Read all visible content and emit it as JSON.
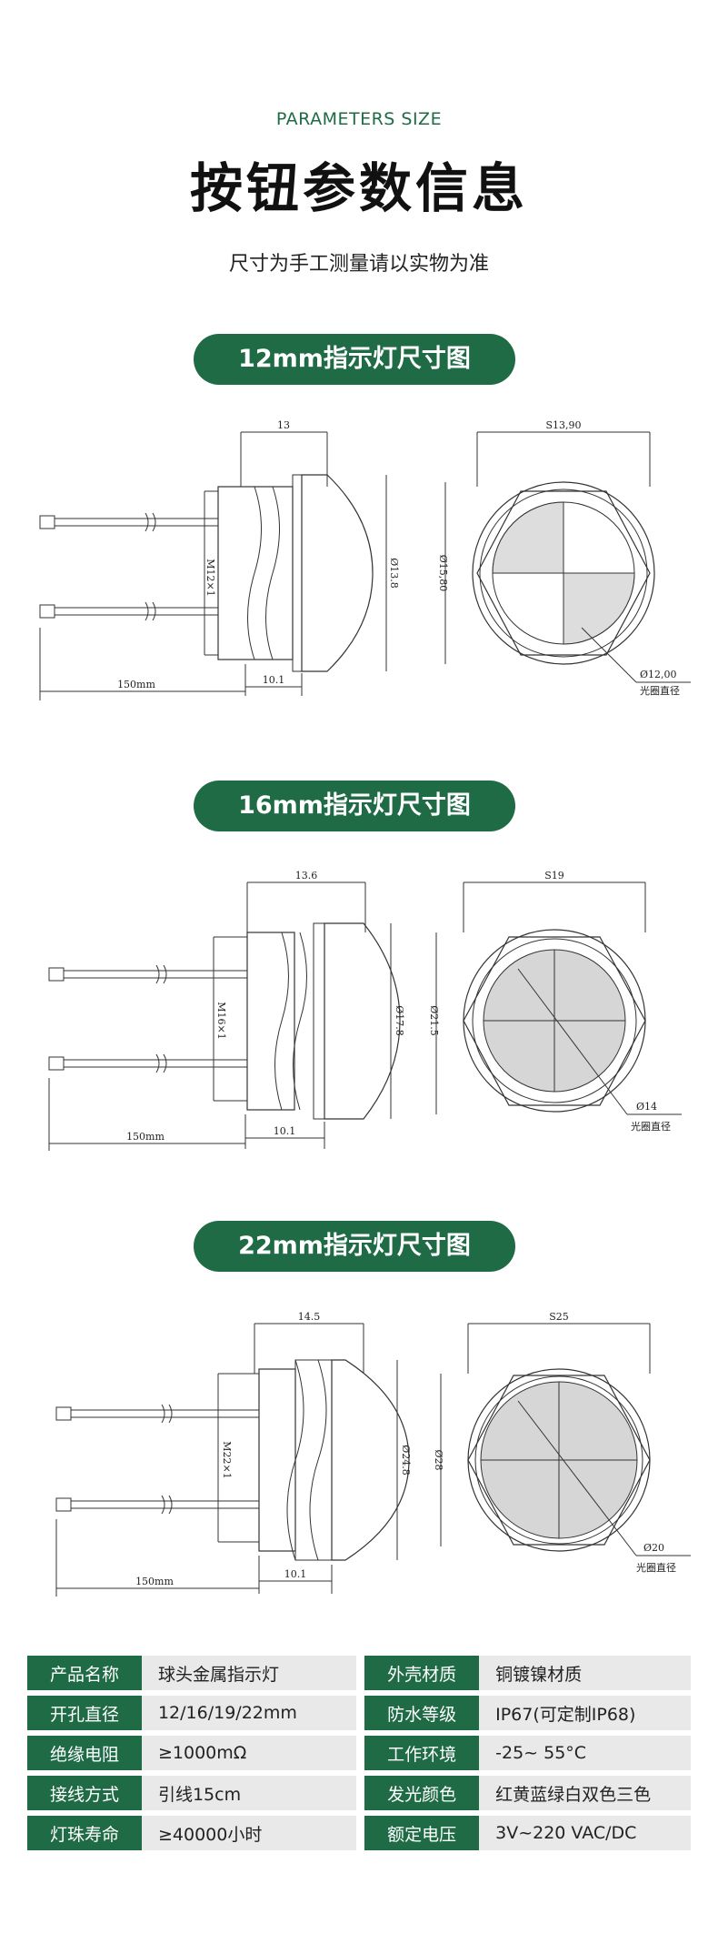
{
  "header": {
    "subtitle_en": "PARAMETERS SIZE",
    "title": "按钮参数信息",
    "note": "尺寸为手工测量请以实物为准"
  },
  "sections": [
    {
      "heading": "12mm指示灯尺寸图",
      "dims": {
        "top_width": "13",
        "thread": "M12×1",
        "body_dia": "Ø13.8",
        "wire_len": "150mm",
        "depth": "10.1",
        "hex": "S13,90",
        "outer_dia": "Ø15,80",
        "lens_dia": "Ø12,00",
        "lens_label": "光圈直径"
      }
    },
    {
      "heading": "16mm指示灯尺寸图",
      "dims": {
        "top_width": "13.6",
        "thread": "M16×1",
        "body_dia": "Ø17.8",
        "wire_len": "150mm",
        "depth": "10.1",
        "hex": "S19",
        "outer_dia": "Ø21.5",
        "lens_dia": "Ø14",
        "lens_label": "光圈直径"
      }
    },
    {
      "heading": "22mm指示灯尺寸图",
      "dims": {
        "top_width": "14.5",
        "thread": "M22×1",
        "body_dia": "Ø24.8",
        "wire_len": "150mm",
        "depth": "10.1",
        "hex": "S25",
        "outer_dia": "Ø28",
        "lens_dia": "Ø20",
        "lens_label": "光圈直径"
      }
    }
  ],
  "specs": [
    {
      "k1": "产品名称",
      "v1": "球头金属指示灯",
      "k2": "外壳材质",
      "v2": "铜镀镍材质"
    },
    {
      "k1": "开孔直径",
      "v1": "12/16/19/22mm",
      "k2": "防水等级",
      "v2": "IP67(可定制IP68)"
    },
    {
      "k1": "绝缘电阻",
      "v1": "≥1000mΩ",
      "k2": "工作环境",
      "v2": "-25~ 55°C"
    },
    {
      "k1": "接线方式",
      "v1": "引线15cm",
      "k2": "发光颜色",
      "v2": "红黄蓝绿白双色三色"
    },
    {
      "k1": "灯珠寿命",
      "v1": "≥40000小时",
      "k2": "额定电压",
      "v2": "3V~220 VAC/DC"
    }
  ],
  "colors": {
    "brand_green": "#1e6b45",
    "table_gray": "#e9e9e9"
  }
}
